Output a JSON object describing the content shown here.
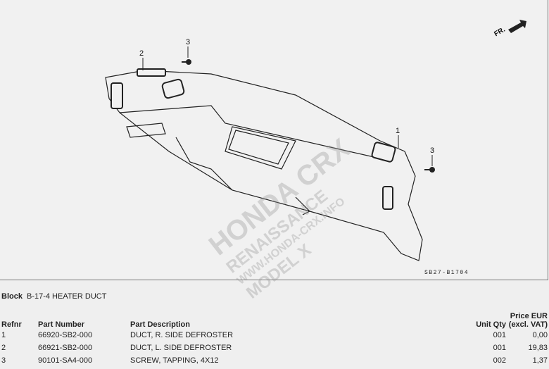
{
  "diagram": {
    "callouts": [
      "1",
      "2",
      "3",
      "3"
    ],
    "direction_label": "FR.",
    "drawing_code": "SB27-B1704",
    "watermark": [
      "HONDA CRX",
      "RENAISSANCE",
      "WWW.HONDA-CRX.INFO",
      "MODEL X"
    ]
  },
  "block": {
    "label": "Block",
    "value": "B-17-4 HEATER DUCT"
  },
  "table": {
    "headers": {
      "refnr": "Refnr",
      "part_number": "Part Number",
      "description": "Part Description",
      "qty": "Unit Qty",
      "price_line1": "Price EUR",
      "price_line2": "(excl. VAT)"
    },
    "rows": [
      {
        "refnr": "1",
        "part_number": "66920-SB2-000",
        "description": "DUCT, R. SIDE DEFROSTER",
        "qty": "001",
        "price": "0,00"
      },
      {
        "refnr": "2",
        "part_number": "66921-SB2-000",
        "description": "DUCT, L. SIDE DEFROSTER",
        "qty": "001",
        "price": "19,83"
      },
      {
        "refnr": "3",
        "part_number": "90101-SA4-000",
        "description": "SCREW, TAPPING, 4X12",
        "qty": "002",
        "price": "1,37"
      }
    ]
  }
}
